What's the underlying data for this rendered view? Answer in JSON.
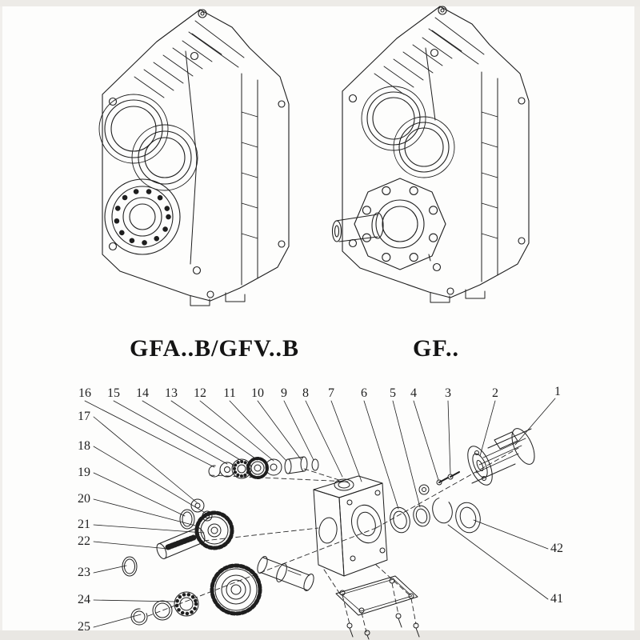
{
  "page": {
    "background": "#ffffff",
    "line_color": "#1e1e1e"
  },
  "models": {
    "left_label": "GFA..B/GFV..B",
    "right_label": "GF.."
  },
  "drawings": {
    "left": "gearbox-isometric-drawing",
    "right": "gearbox-with-output-shaft-isometric-drawing",
    "bottom": "exploded-parts-diagram"
  },
  "callouts": {
    "top": [
      "16",
      "15",
      "14",
      "13",
      "12",
      "11",
      "10",
      "9",
      "8",
      "7",
      "6",
      "5",
      "4",
      "3",
      "2",
      "1"
    ],
    "left": [
      "17",
      "18",
      "19",
      "20",
      "21",
      "22",
      "23",
      "24",
      "25"
    ],
    "right": [
      "42",
      "41"
    ]
  }
}
